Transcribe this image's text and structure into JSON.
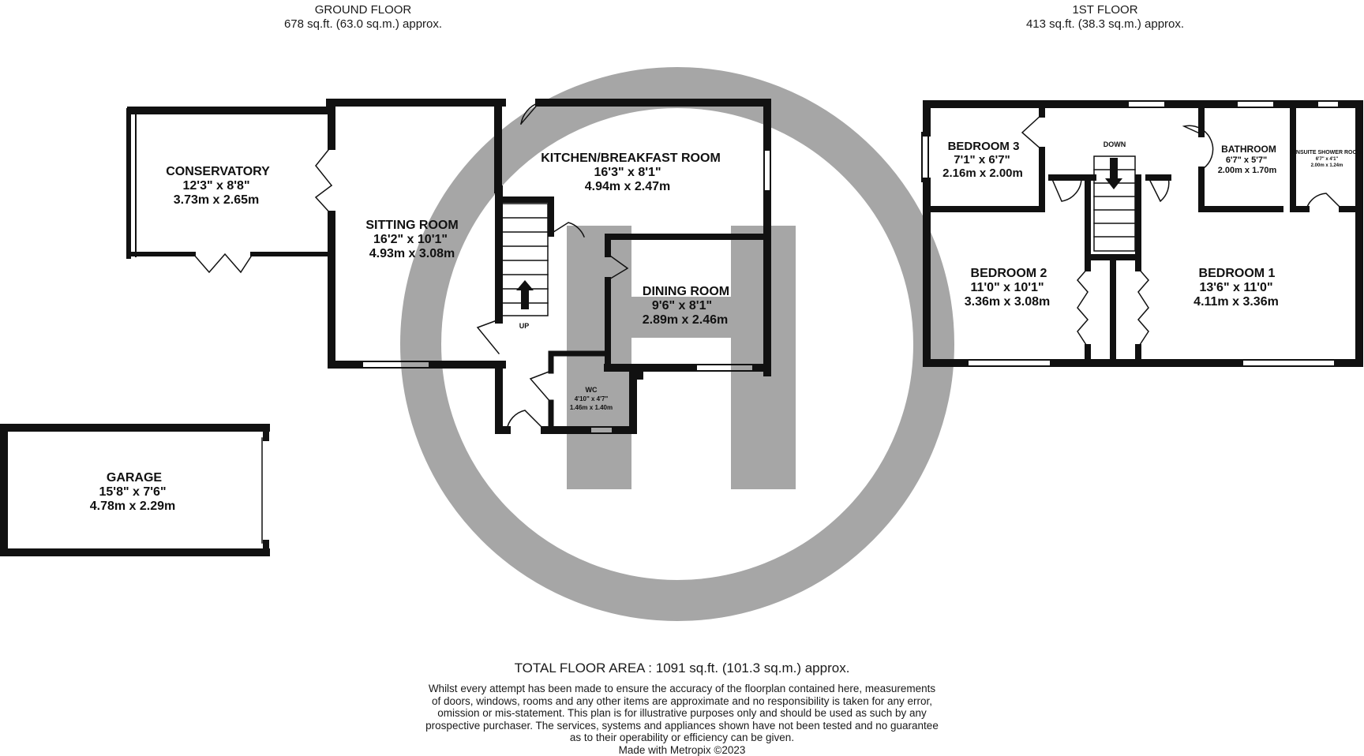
{
  "ground_floor": {
    "title": "GROUND FLOOR",
    "area": "678 sq.ft. (63.0 sq.m.) approx.",
    "rooms": {
      "conservatory": {
        "name": "CONSERVATORY",
        "imperial": "12'3\"  x 8'8\"",
        "metric": "3.73m  x 2.65m"
      },
      "sitting": {
        "name": "SITTING ROOM",
        "imperial": "16'2\"  x 10'1\"",
        "metric": "4.93m  x 3.08m"
      },
      "kitchen": {
        "name": "KITCHEN/BREAKFAST ROOM",
        "imperial": "16'3\"  x 8'1\"",
        "metric": "4.94m  x 2.47m"
      },
      "dining": {
        "name": "DINING ROOM",
        "imperial": "9'6\"  x 8'1\"",
        "metric": "2.89m  x 2.46m"
      },
      "wc": {
        "name": "WC",
        "imperial": "4'10\"  x 4'7\"",
        "metric": "1.46m  x 1.40m"
      },
      "garage": {
        "name": "GARAGE",
        "imperial": "15'8\"  x 7'6\"",
        "metric": "4.78m  x 2.29m"
      }
    },
    "stairs_label": "UP"
  },
  "first_floor": {
    "title": "1ST FLOOR",
    "area": "413 sq.ft. (38.3 sq.m.) approx.",
    "rooms": {
      "bedroom3": {
        "name": "BEDROOM 3",
        "imperial": "7'1\"  x 6'7\"",
        "metric": "2.16m  x 2.00m"
      },
      "bathroom": {
        "name": "BATHROOM",
        "imperial": "6'7\"  x 5'7\"",
        "metric": "2.00m  x 1.70m"
      },
      "ensuite": {
        "name": "ENSUITE SHOWER ROOM",
        "imperial": "6'7\"  x 4'1\"",
        "metric": "2.00m  x 1.24m"
      },
      "bedroom2": {
        "name": "BEDROOM 2",
        "imperial": "11'0\"  x 10'1\"",
        "metric": "3.36m  x 3.08m"
      },
      "bedroom1": {
        "name": "BEDROOM 1",
        "imperial": "13'6\"  x 11'0\"",
        "metric": "4.11m  x 3.36m"
      }
    },
    "stairs_label": "DOWN"
  },
  "total_area": "TOTAL FLOOR AREA : 1091 sq.ft. (101.3 sq.m.) approx.",
  "disclaimer": [
    "Whilst every attempt has been made to ensure the accuracy of the floorplan contained here, measurements",
    "of doors, windows, rooms and any other items are approximate and no responsibility is taken for any error,",
    "omission or mis-statement. This plan is for illustrative purposes only and should be used as such by any",
    "prospective purchaser. The services, systems and appliances shown have not been tested and no guarantee",
    "as to their operability or efficiency can be given."
  ],
  "credit": "Made with Metropix ©2023",
  "colors": {
    "wall": "#111111",
    "watermark": "#a6a6a6",
    "text": "#1a1a1a"
  }
}
